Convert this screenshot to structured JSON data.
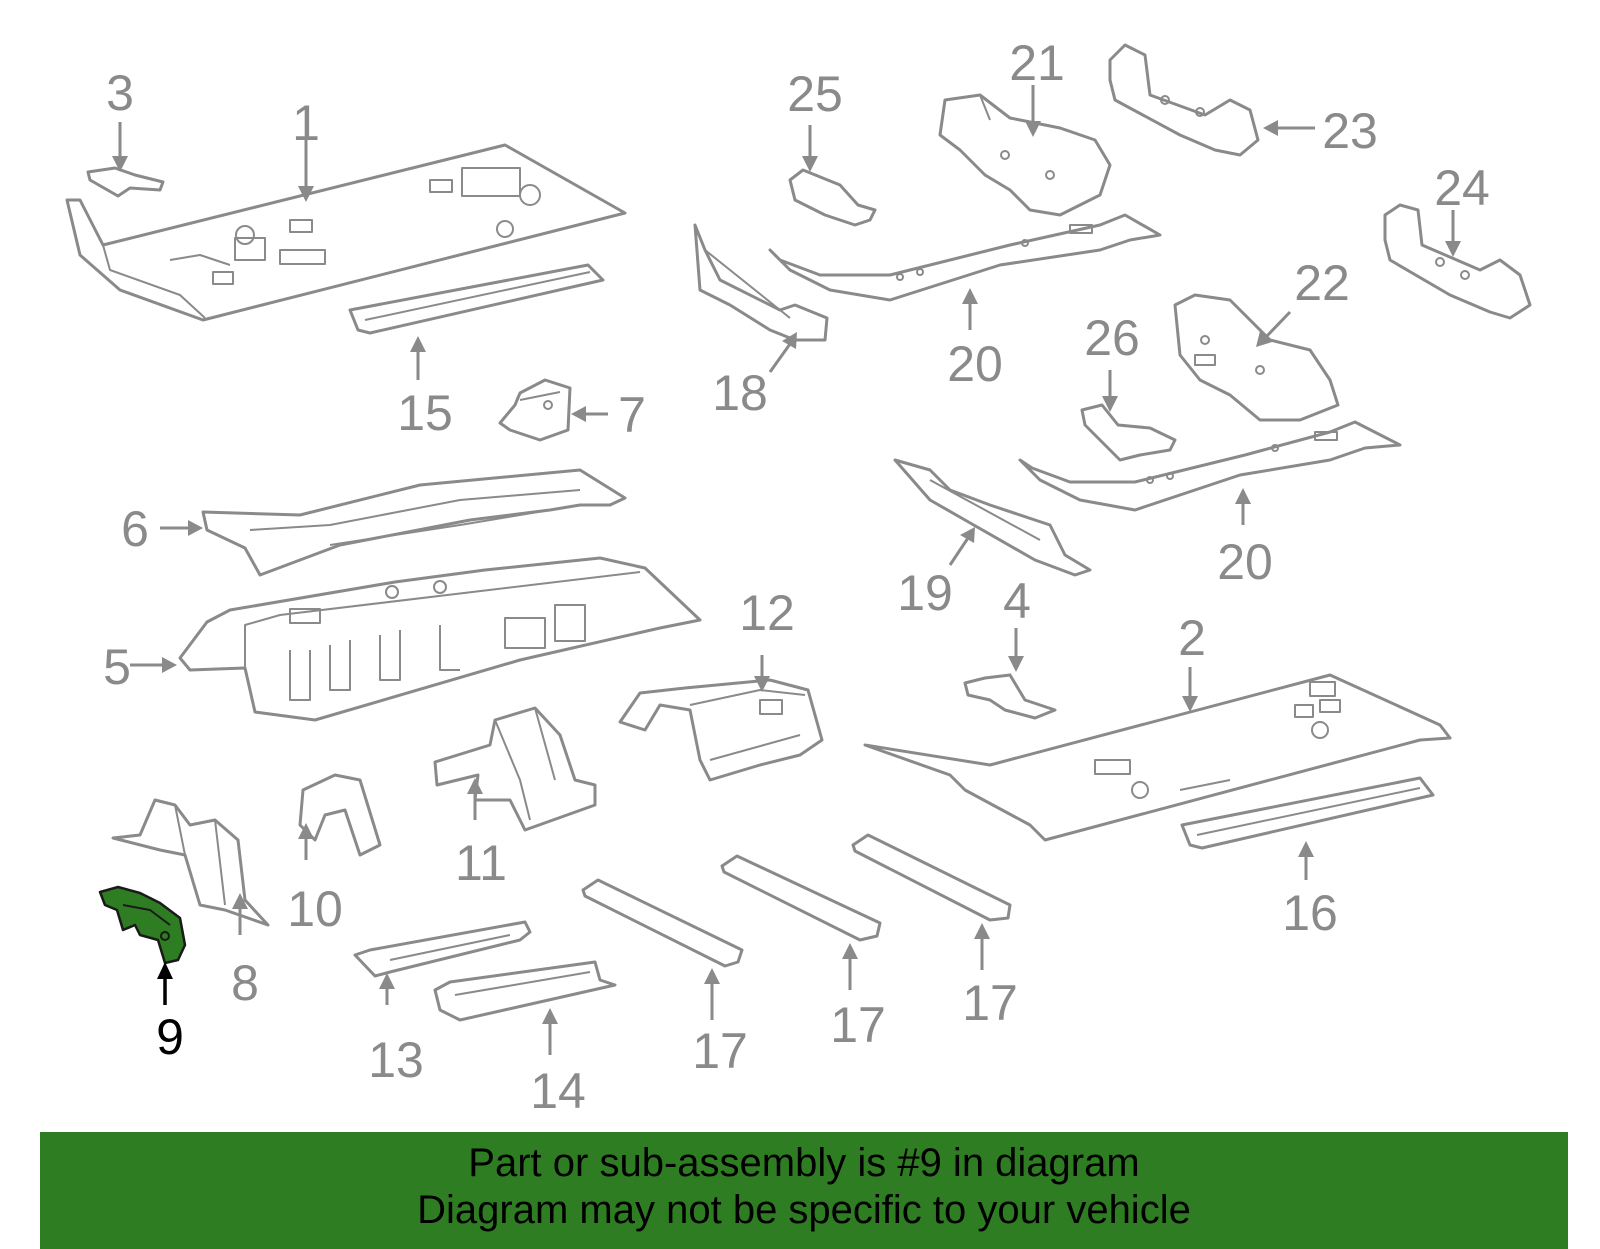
{
  "highlight": {
    "callout": "9",
    "color": "#2f7d22"
  },
  "callouts": {
    "c1": "1",
    "c2": "2",
    "c3": "3",
    "c4": "4",
    "c5": "5",
    "c6": "6",
    "c7": "7",
    "c8": "8",
    "c9": "9",
    "c10": "10",
    "c11": "11",
    "c12": "12",
    "c13": "13",
    "c14": "14",
    "c15": "15",
    "c16": "16",
    "c17a": "17",
    "c17b": "17",
    "c17c": "17",
    "c18": "18",
    "c19": "19",
    "c20a": "20",
    "c20b": "20",
    "c21": "21",
    "c22": "22",
    "c23": "23",
    "c24": "24",
    "c25": "25",
    "c26": "26"
  },
  "banner": {
    "line1": "Part or sub-assembly is #9 in diagram",
    "line2": "Diagram may not be specific to your vehicle"
  },
  "colors": {
    "line_art": "#8a8a8a",
    "banner_background": "#2f7d22",
    "banner_text": "#000000"
  }
}
